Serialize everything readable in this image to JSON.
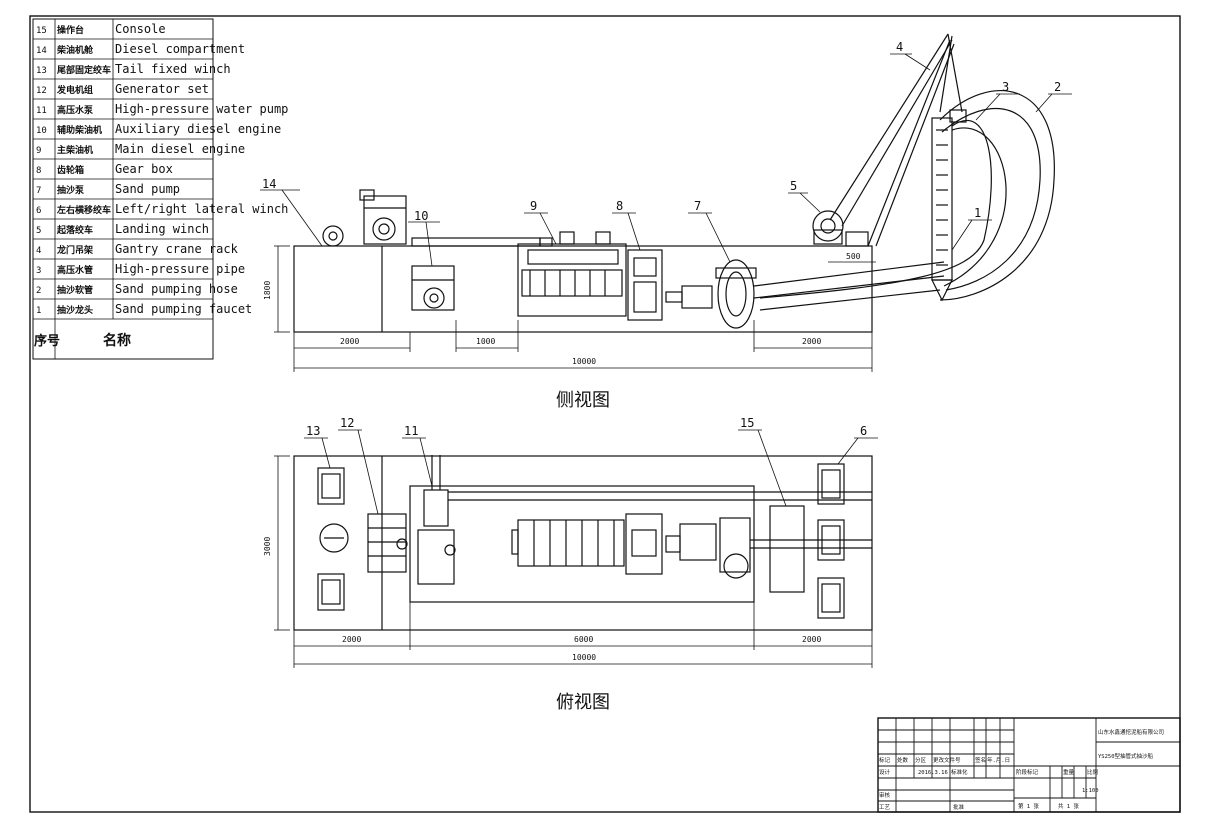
{
  "parts_table": {
    "rows": [
      {
        "no": "15",
        "cn": "操作台",
        "en": "Console"
      },
      {
        "no": "14",
        "cn": "柴油机舱",
        "en": "Diesel compartment"
      },
      {
        "no": "13",
        "cn": "尾部固定绞车",
        "en": "Tail fixed winch"
      },
      {
        "no": "12",
        "cn": "发电机组",
        "en": "Generator set"
      },
      {
        "no": "11",
        "cn": "高压水泵",
        "en": "High-pressure water pump"
      },
      {
        "no": "10",
        "cn": "辅助柴油机",
        "en": "Auxiliary diesel engine"
      },
      {
        "no": "9",
        "cn": "主柴油机",
        "en": "Main diesel engine"
      },
      {
        "no": "8",
        "cn": "齿轮箱",
        "en": "Gear box"
      },
      {
        "no": "7",
        "cn": "抽沙泵",
        "en": "Sand pump"
      },
      {
        "no": "6",
        "cn": "左右横移绞车",
        "en": "Left/right lateral winch"
      },
      {
        "no": "5",
        "cn": "起落绞车",
        "en": "Landing winch"
      },
      {
        "no": "4",
        "cn": "龙门吊架",
        "en": "Gantry crane rack"
      },
      {
        "no": "3",
        "cn": "高压水管",
        "en": "High-pressure pipe"
      },
      {
        "no": "2",
        "cn": "抽沙软管",
        "en": "Sand pumping hose"
      },
      {
        "no": "1",
        "cn": "抽沙龙头",
        "en": "Sand pumping faucet"
      }
    ],
    "header_no": "序号",
    "header_name": "名称"
  },
  "side_view": {
    "title": "侧视图",
    "callouts": [
      "14",
      "10",
      "9",
      "8",
      "7",
      "5",
      "4",
      "3",
      "2",
      "1"
    ],
    "dims": {
      "height": "1800",
      "seg_left": "2000",
      "seg_mid": "1000",
      "seg_right": "2000",
      "total": "10000",
      "gantry_offset": "500"
    }
  },
  "top_view": {
    "title": "俯视图",
    "callouts": [
      "13",
      "12",
      "11",
      "15",
      "6"
    ],
    "dims": {
      "width": "3000",
      "seg_left": "2000",
      "seg_mid": "6000",
      "seg_right": "2000",
      "total": "10000"
    }
  },
  "title_block": {
    "company": "山东水鑫通挖泥船有限公司",
    "drawing_title": "YS250型抽管式抽沙船",
    "scale": "1:100",
    "sheet_a": "第 1 张",
    "sheet_b": "共 1 张",
    "labels": [
      "标记",
      "处数",
      "分区",
      "更改文件号",
      "签名",
      "年.月.日",
      "设计",
      "标准化",
      "阶段标记",
      "重量",
      "比例",
      "审核",
      "工艺",
      "批准"
    ],
    "design_date": "2016.3.16"
  },
  "colors": {
    "line": "#111111",
    "background": "#ffffff"
  }
}
